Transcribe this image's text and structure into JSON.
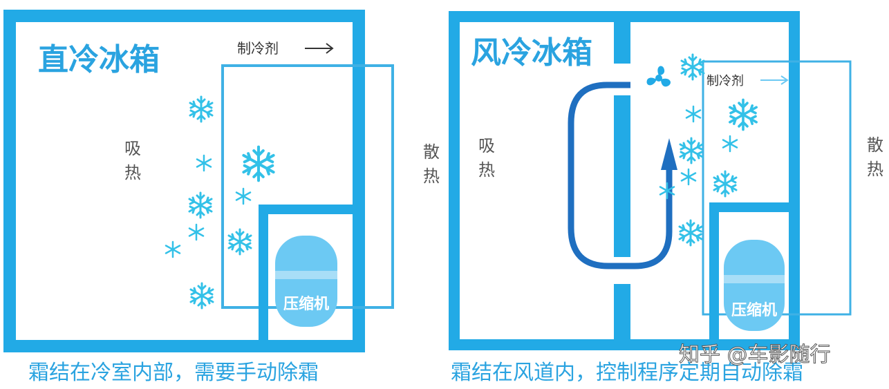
{
  "left": {
    "title": "直冷冰箱",
    "refrigerant": "制冷剂",
    "absorb_1": "吸",
    "absorb_2": "热",
    "compressor": "压缩机",
    "caption": "霜结在冷室内部，需要手动除霜"
  },
  "middle": {
    "dissipate_1": "散",
    "dissipate_2": "热"
  },
  "right": {
    "title": "风冷冰箱",
    "refrigerant": "制冷剂",
    "absorb_1": "吸",
    "absorb_2": "热",
    "dissipate_1": "散",
    "dissipate_2": "热",
    "compressor": "压缩机",
    "caption": "霜结在风道内，控制程序定期自动除霜"
  },
  "watermark": "知乎 @车影随行",
  "colors": {
    "frame": "#22aae6",
    "pipe": "#3fb1e5",
    "compressor": "#6cc9f3",
    "airflow": "#1f6fc0",
    "snow": "#33c1e8"
  }
}
